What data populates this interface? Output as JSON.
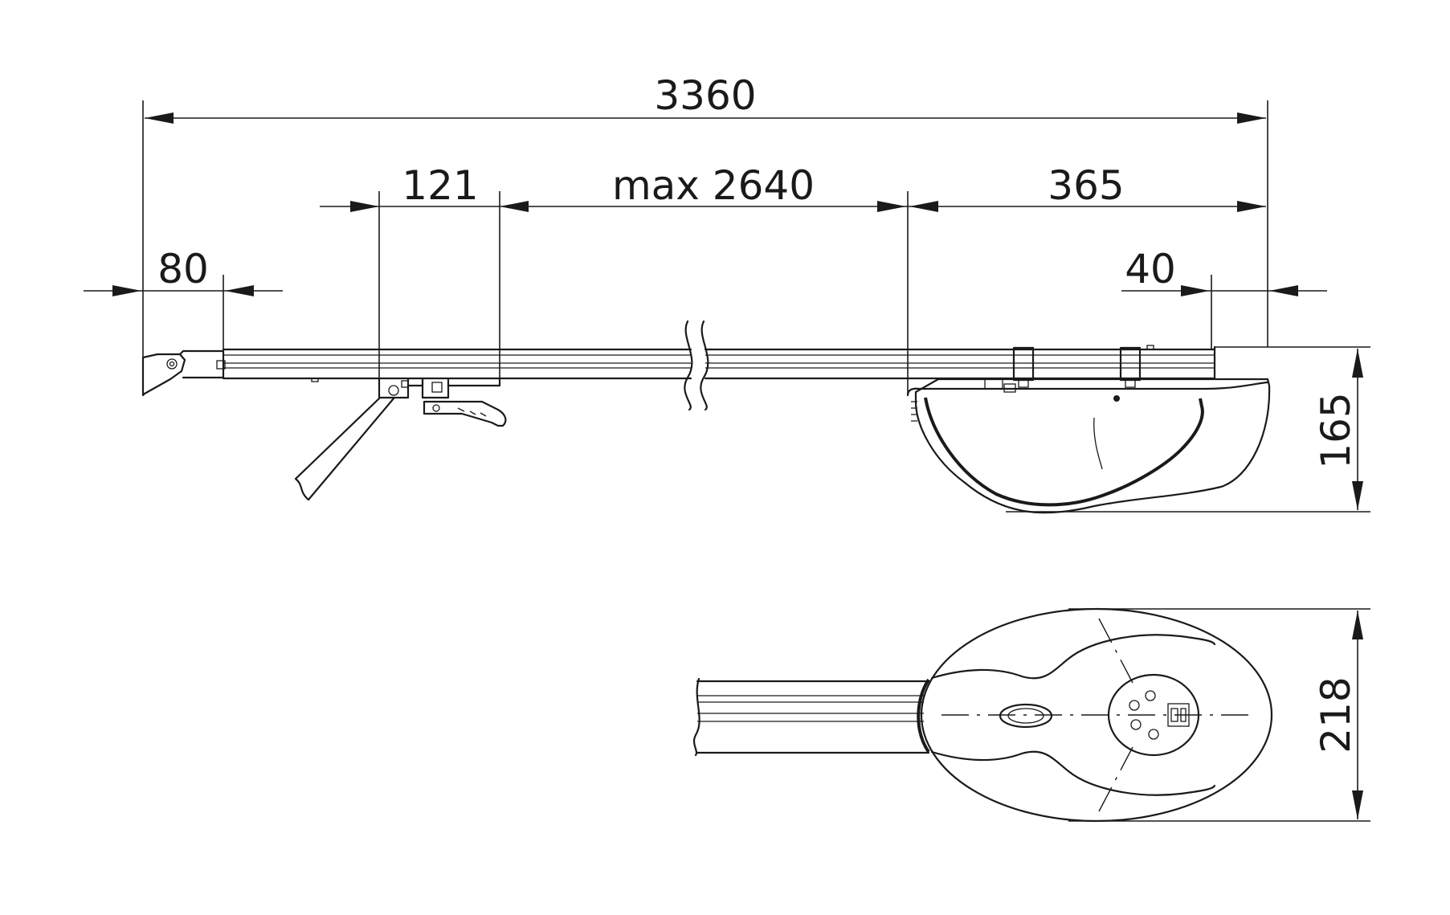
{
  "dimensions": {
    "overall_length": "3360",
    "trolley_offset": "121",
    "travel_max": "max 2640",
    "head_length": "365",
    "bracket_offset": "80",
    "head_overhang": "40",
    "head_height": "165",
    "head_width": "218"
  }
}
